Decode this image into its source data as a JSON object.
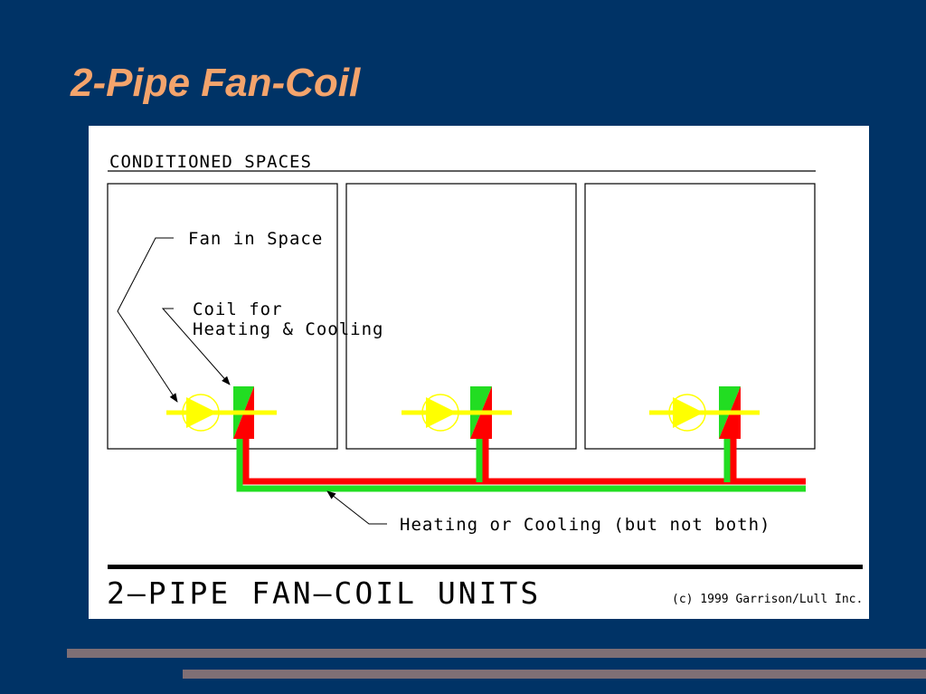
{
  "slide": {
    "title": "2-Pipe Fan-Coil"
  },
  "diagram": {
    "section_label": "CONDITIONED SPACES",
    "labels": {
      "fan": "Fan in Space",
      "coil_line1": "Coil for",
      "coil_line2": "Heating & Cooling",
      "piping": "Heating or Cooling (but not both)"
    },
    "footer": {
      "title": "2–PIPE FAN–COIL UNITS",
      "copyright": "(c) 1999 Garrison/Lull Inc."
    },
    "colors": {
      "background": "#003366",
      "title": "#f4a46c",
      "pipe_red": "#ff0000",
      "pipe_green": "#22dd22",
      "fan_yellow": "#ffff00",
      "deco_bar": "#7f6f75"
    }
  }
}
